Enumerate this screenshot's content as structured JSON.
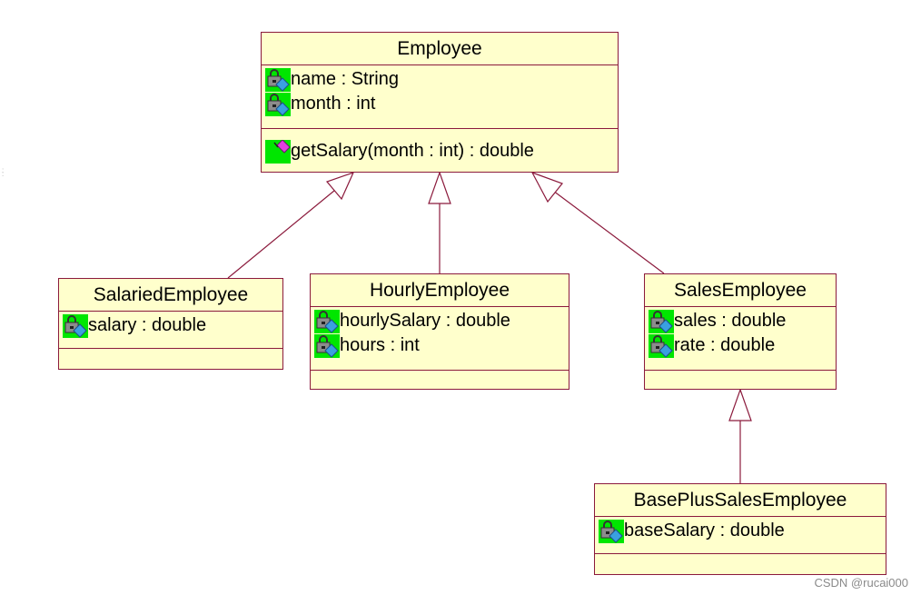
{
  "diagram": {
    "classes": [
      {
        "id": "employee",
        "name": "Employee",
        "attributes": [
          {
            "icon": "private-attribute-icon",
            "text": "name : String"
          },
          {
            "icon": "private-attribute-icon",
            "text": "month : int"
          }
        ],
        "operations": [
          {
            "icon": "public-operation-icon",
            "text": "getSalary(month : int) : double"
          }
        ]
      },
      {
        "id": "salaried-employee",
        "name": "SalariedEmployee",
        "attributes": [
          {
            "icon": "private-attribute-icon",
            "text": "salary : double"
          }
        ],
        "operations": []
      },
      {
        "id": "hourly-employee",
        "name": "HourlyEmployee",
        "attributes": [
          {
            "icon": "private-attribute-icon",
            "text": "hourlySalary : double"
          },
          {
            "icon": "private-attribute-icon",
            "text": "hours : int"
          }
        ],
        "operations": []
      },
      {
        "id": "sales-employee",
        "name": "SalesEmployee",
        "attributes": [
          {
            "icon": "private-attribute-icon",
            "text": "sales : double"
          },
          {
            "icon": "private-attribute-icon",
            "text": "rate : double"
          }
        ],
        "operations": []
      },
      {
        "id": "base-plus-sales-employee",
        "name": "BasePlusSalesEmployee",
        "attributes": [
          {
            "icon": "private-attribute-icon",
            "text": "baseSalary : double"
          }
        ],
        "operations": []
      }
    ],
    "generalizations": [
      {
        "from": "SalariedEmployee",
        "to": "Employee"
      },
      {
        "from": "HourlyEmployee",
        "to": "Employee"
      },
      {
        "from": "SalesEmployee",
        "to": "Employee"
      },
      {
        "from": "BasePlusSalesEmployee",
        "to": "SalesEmployee"
      }
    ],
    "colors": {
      "class_fill": "#ffffcc",
      "class_border": "#8b1a3c",
      "icon_background": "#00e600",
      "edge": "#8b1a3c"
    }
  },
  "watermark": "CSDN @rucai000"
}
